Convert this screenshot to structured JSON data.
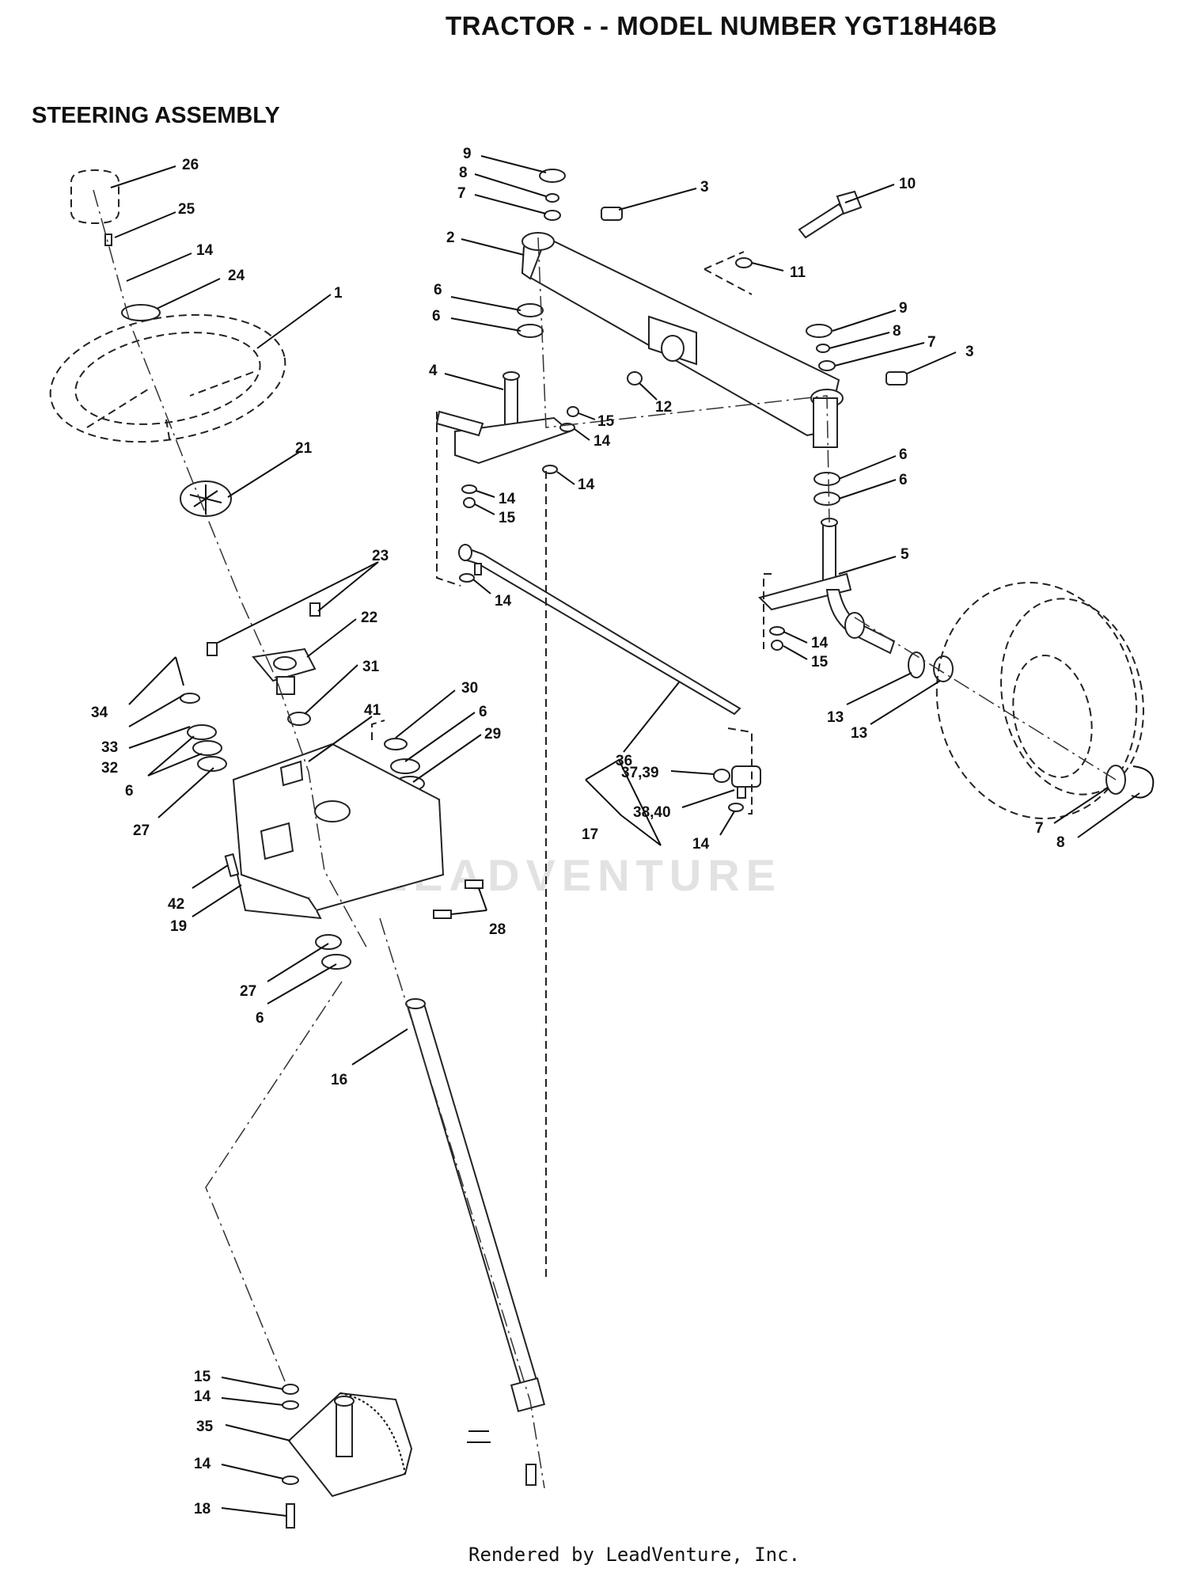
{
  "header": {
    "title": "TRACTOR - - MODEL NUMBER  YGT18H46B",
    "subtitle": "STEERING ASSEMBLY"
  },
  "footer": {
    "text": "Rendered by LeadVenture, Inc."
  },
  "watermark": {
    "text": "LEADVENTURE"
  },
  "callouts": [
    "26",
    "25",
    "14",
    "24",
    "1",
    "21",
    "23",
    "22",
    "31",
    "34",
    "33",
    "32",
    "6",
    "27",
    "41",
    "30",
    "6",
    "29",
    "42",
    "19",
    "28",
    "27",
    "6",
    "16",
    "15",
    "14",
    "35",
    "14",
    "18",
    "9",
    "8",
    "7",
    "2",
    "6",
    "6",
    "4",
    "3",
    "10",
    "11",
    "12",
    "15",
    "14",
    "14",
    "14",
    "15",
    "14",
    "9",
    "8",
    "7",
    "3",
    "6",
    "6",
    "5",
    "14",
    "15",
    "13",
    "13",
    "36",
    "37,39",
    "38,40",
    "17",
    "14",
    "7",
    "8"
  ]
}
